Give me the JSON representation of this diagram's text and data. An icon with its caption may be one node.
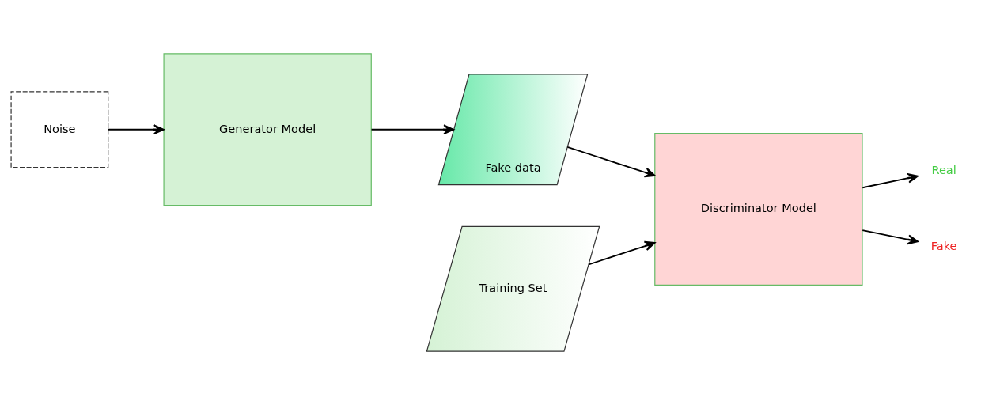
{
  "diagram": {
    "nodes": [
      {
        "text": [
          "Noise"
        ]
      },
      {
        "text": [
          "Generator Model"
        ]
      },
      {
        "text": [
          "Fake data"
        ]
      },
      {
        "text": [
          "Training Set"
        ]
      },
      {
        "text": [
          "Discriminator Model"
        ]
      },
      {
        "text": [
          "Real"
        ]
      },
      {
        "text": [
          "Fake"
        ]
      }
    ],
    "edges": [
      {
        "from": 0,
        "to": 1,
        "arrow": "to"
      },
      {
        "from": 1,
        "to": 2,
        "arrow": "to"
      },
      {
        "from": 3,
        "to": 4,
        "arrow": "to"
      },
      {
        "from": 2,
        "to": 4,
        "arrow": "to"
      },
      {
        "from": 4,
        "to": 5,
        "arrow": "to"
      },
      {
        "from": 4,
        "to": 6,
        "arrow": "to"
      }
    ]
  }
}
